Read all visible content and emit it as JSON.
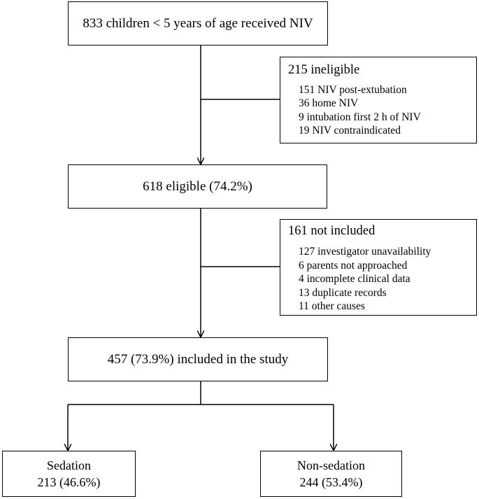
{
  "flowchart": {
    "start": {
      "label": "833 children < 5 years of age received NIV"
    },
    "ineligible": {
      "title": "215 ineligible",
      "items": [
        "151 NIV post-extubation",
        "36 home NIV",
        "9 intubation first 2 h of NIV",
        "19 NIV contraindicated"
      ]
    },
    "eligible": {
      "label": "618 eligible (74.2%)"
    },
    "not_included": {
      "title": "161 not included",
      "items": [
        "127 investigator unavailability",
        "6 parents not approached",
        "4 incomplete clinical data",
        "13 duplicate records",
        "11 other causes"
      ]
    },
    "included": {
      "label": "457 (73.9%) included in the study"
    },
    "sedation": {
      "name": "Sedation",
      "count": "213 (46.6%)"
    },
    "non_sedation": {
      "name": "Non-sedation",
      "count": "244 (53.4%)"
    }
  }
}
